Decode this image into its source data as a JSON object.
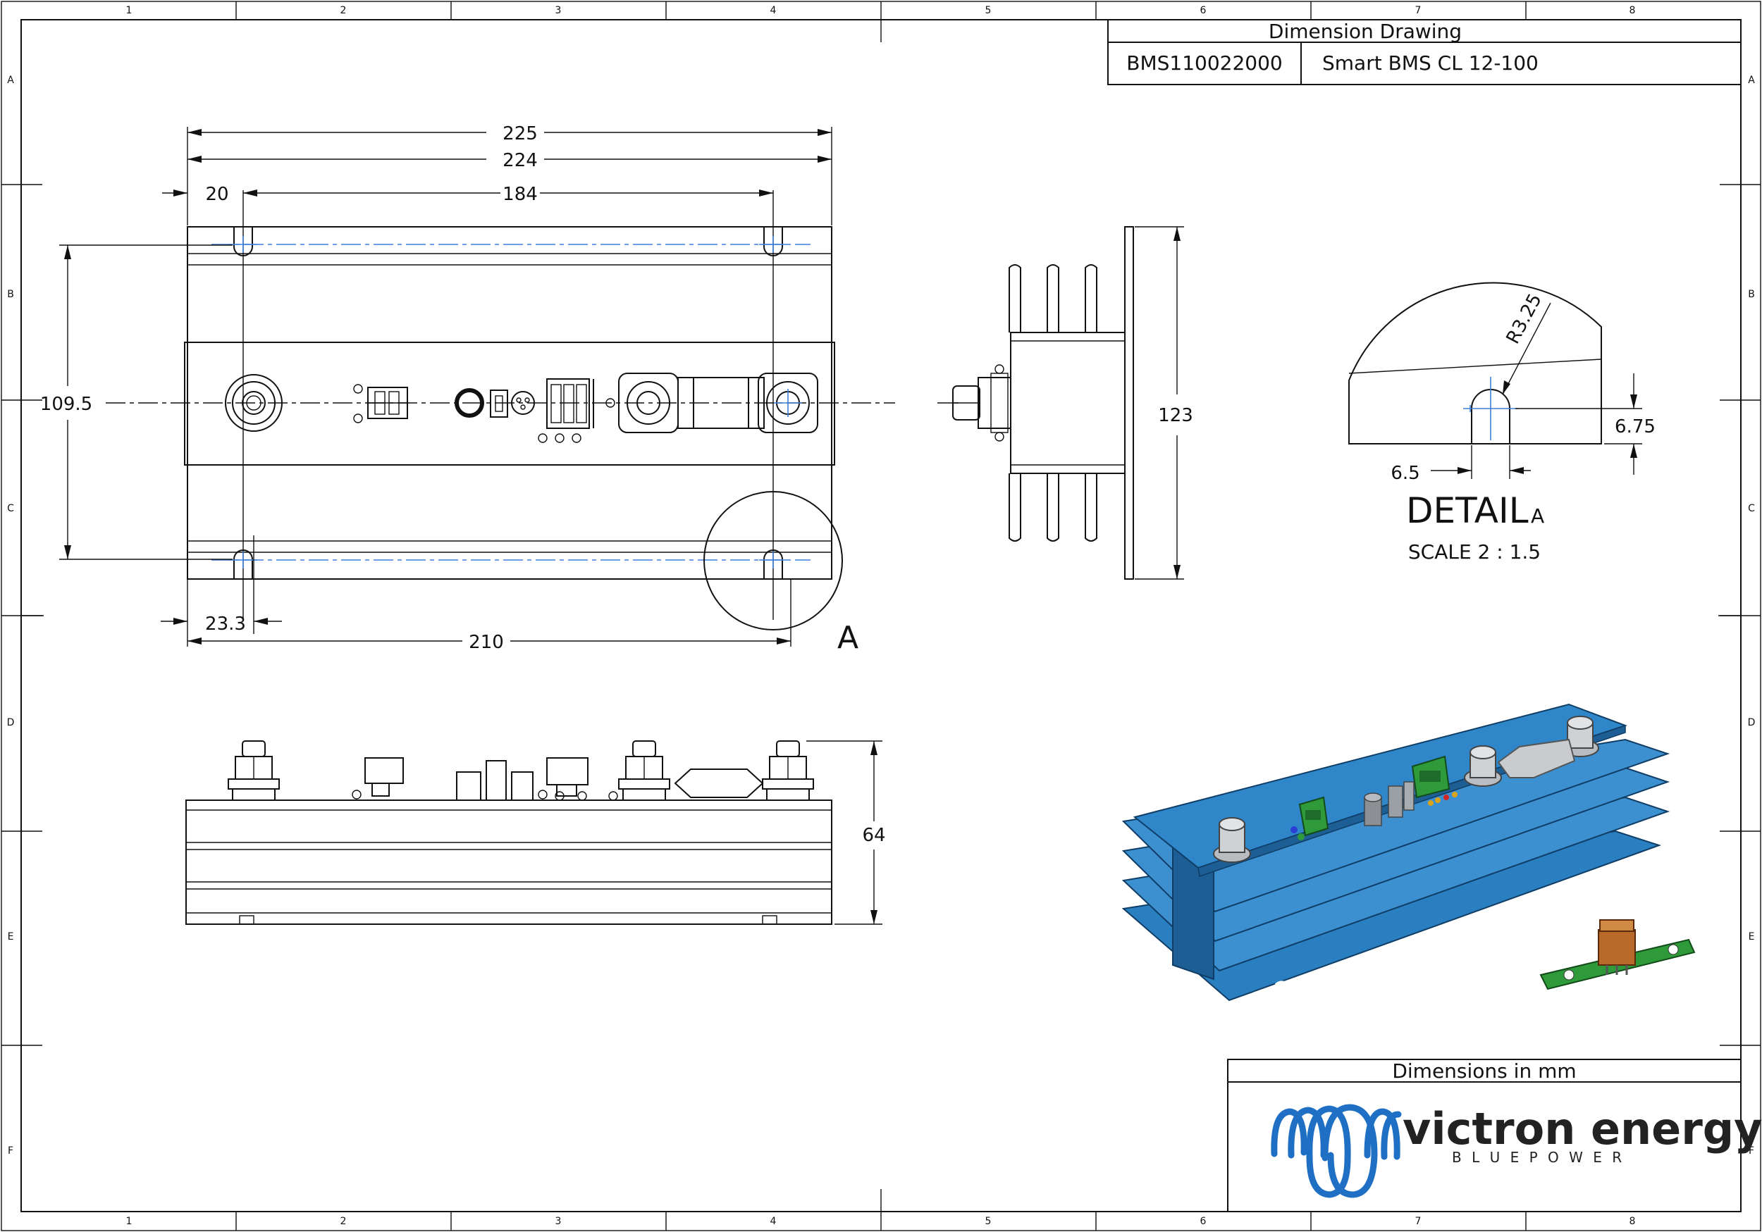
{
  "title_block": {
    "heading": "Dimension Drawing",
    "part_number": "BMS110022000",
    "product_name": "Smart BMS CL 12-100"
  },
  "grid": {
    "columns": [
      "1",
      "2",
      "3",
      "4",
      "5",
      "6",
      "7",
      "8"
    ],
    "rows": [
      "A",
      "B",
      "C",
      "D",
      "E",
      "F"
    ]
  },
  "dimensions": {
    "overall_length_outer": "225",
    "overall_length_inner": "224",
    "edge_to_hole": "20",
    "hole_spacing": "184",
    "width": "109.5",
    "hole_offset_bottom": "23.3",
    "slot_spacing": "210",
    "side_height": "123",
    "front_height": "64"
  },
  "detail": {
    "marker": "A",
    "radius": "R3.25",
    "slot_width": "6.5",
    "slot_depth": "6.75",
    "title": "DETAIL",
    "title_suffix": "A",
    "scale": "SCALE  2 : 1.5"
  },
  "footer": {
    "units_note": "Dimensions in mm",
    "brand": "victron energy",
    "tagline": "B L U E   P O W E R"
  },
  "colors": {
    "line": "#111111",
    "centerline": "#3d7fd8",
    "heatsink_blue": "#2a7fc0",
    "pcb_green": "#2e9a3a",
    "brand_blue": "#1f6fc4"
  }
}
